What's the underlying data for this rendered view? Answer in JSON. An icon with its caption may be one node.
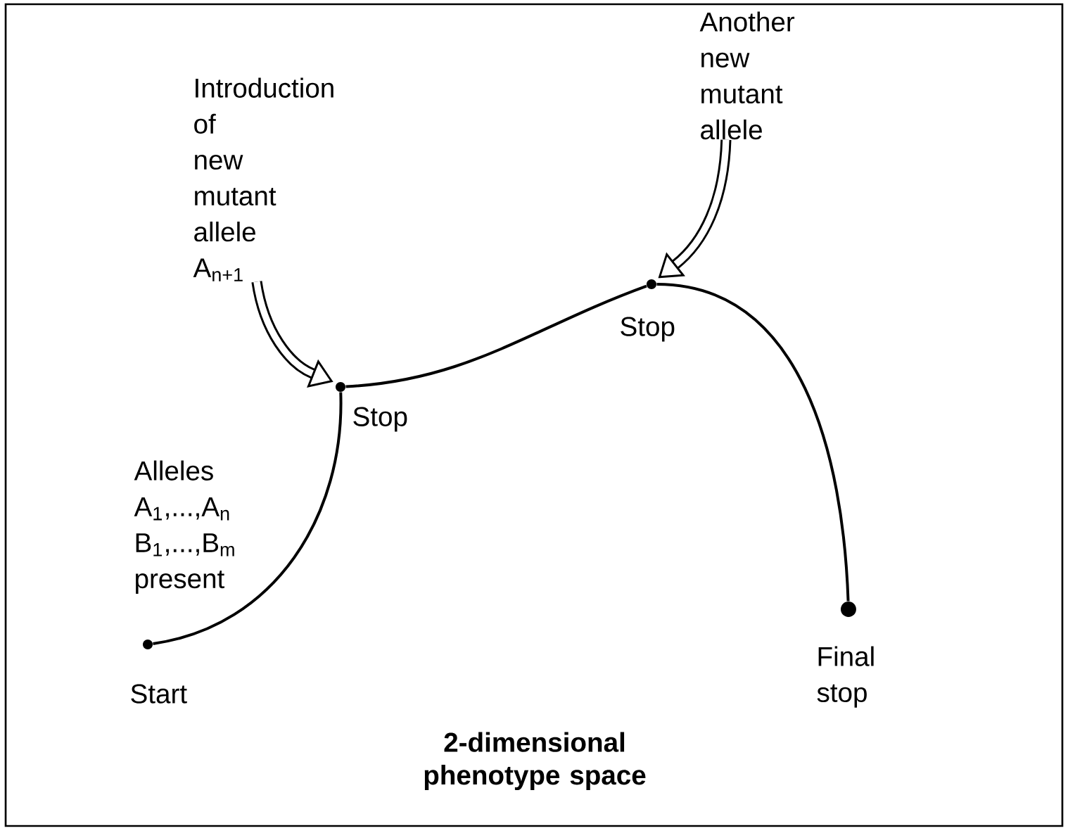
{
  "diagram": {
    "caption": "2-dimensional phenotype space",
    "nodes": [
      {
        "text": [],
        "shape": "circle",
        "beside": [
          "Start"
        ]
      },
      {
        "text": [],
        "shape": "circle",
        "beside": [
          "Stop"
        ]
      },
      {
        "text": [],
        "shape": "circle",
        "beside": [
          "Stop"
        ]
      },
      {
        "text": [],
        "shape": "circle",
        "beside": [
          "Final stop"
        ]
      },
      {
        "text": [
          "Introduction of new mutant allele A$_{n+1}$"
        ]
      },
      {
        "text": [
          "Another new mutant allele"
        ]
      }
    ],
    "edges": [
      {
        "from": 0,
        "to": 1,
        "arrow": "none"
      },
      {
        "from": 1,
        "to": 2,
        "arrow": "none"
      },
      {
        "from": 2,
        "to": 3,
        "arrow": "none"
      },
      {
        "from": 4,
        "to": 1,
        "arrow": "to",
        "style": "thick"
      },
      {
        "from": 5,
        "to": 2,
        "arrow": "to",
        "style": "thick"
      }
    ],
    "labels": [
      "Alleles A$_{1}$,...,A$_{n}$ B$_{1}$,...,B$_{m}$ present"
    ]
  }
}
